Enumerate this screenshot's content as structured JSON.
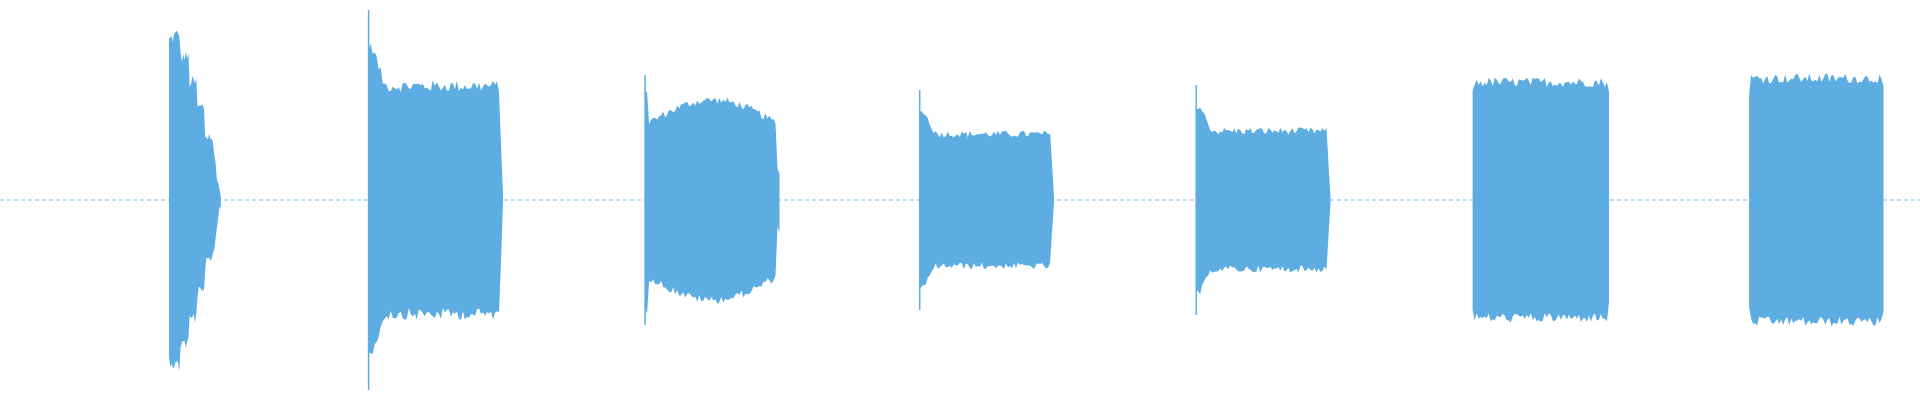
{
  "waveform": {
    "color": "#5dade2",
    "background": "#ffffff",
    "baseline_amplitude": 0.004,
    "segments": [
      {
        "start": 0.088,
        "end": 0.115,
        "peak": 0.42,
        "shape": "decay-steps"
      },
      {
        "start": 0.192,
        "end": 0.262,
        "peak": 0.38,
        "shape": "attack-flat"
      },
      {
        "start": 0.336,
        "end": 0.406,
        "peak": 0.25,
        "shape": "swell"
      },
      {
        "start": 0.479,
        "end": 0.549,
        "peak": 0.22,
        "shape": "attack-flat"
      },
      {
        "start": 0.623,
        "end": 0.693,
        "peak": 0.23,
        "shape": "attack-flat"
      },
      {
        "start": 0.767,
        "end": 0.838,
        "peak": 0.31,
        "shape": "flat"
      },
      {
        "start": 0.911,
        "end": 0.981,
        "peak": 0.32,
        "shape": "flat"
      }
    ]
  }
}
